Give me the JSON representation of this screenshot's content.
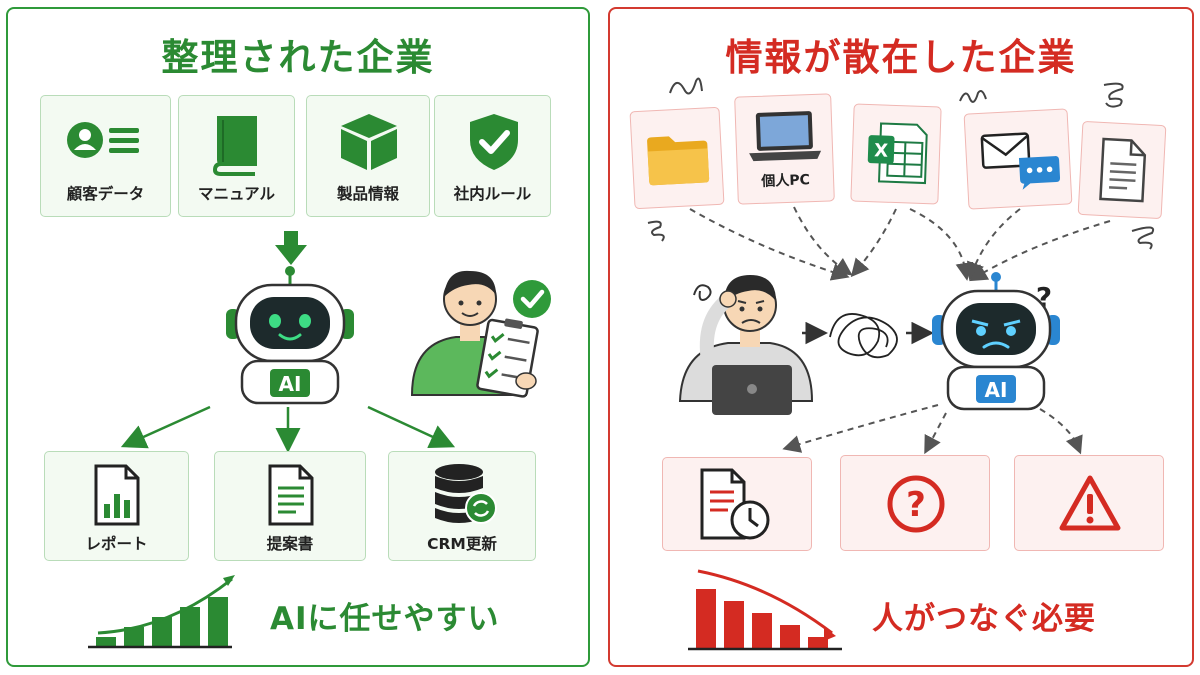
{
  "left": {
    "title": "整理された企業",
    "sources": [
      {
        "label": "顧客データ",
        "icon": "customer-data-icon"
      },
      {
        "label": "マニュアル",
        "icon": "manual-book-icon"
      },
      {
        "label": "製品情報",
        "icon": "product-box-icon"
      },
      {
        "label": "社内ルール",
        "icon": "shield-check-icon"
      }
    ],
    "ai_badge": "AI",
    "outputs": [
      {
        "label": "レポート",
        "icon": "report-chart-icon"
      },
      {
        "label": "提案書",
        "icon": "proposal-document-icon"
      },
      {
        "label": "CRM更新",
        "icon": "database-sync-icon"
      }
    ],
    "caption": "AIに任せやすい",
    "trend_values": [
      1,
      2,
      3,
      4,
      5
    ],
    "color": "#2b8a33"
  },
  "right": {
    "title": "情報が散在した企業",
    "sources": [
      {
        "label": "",
        "icon": "folder-icon"
      },
      {
        "label": "個人PC",
        "icon": "laptop-icon"
      },
      {
        "label": "",
        "icon": "spreadsheet-icon"
      },
      {
        "label": "",
        "icon": "mail-chat-icon"
      },
      {
        "label": "",
        "icon": "document-icon"
      }
    ],
    "ai_badge": "AI",
    "outputs": [
      {
        "label": "",
        "icon": "delayed-document-icon"
      },
      {
        "label": "",
        "icon": "question-icon"
      },
      {
        "label": "",
        "icon": "warning-icon"
      }
    ],
    "caption": "人がつなぐ必要",
    "trend_values": [
      5,
      4,
      3,
      2,
      1
    ],
    "color": "#d42b22"
  }
}
